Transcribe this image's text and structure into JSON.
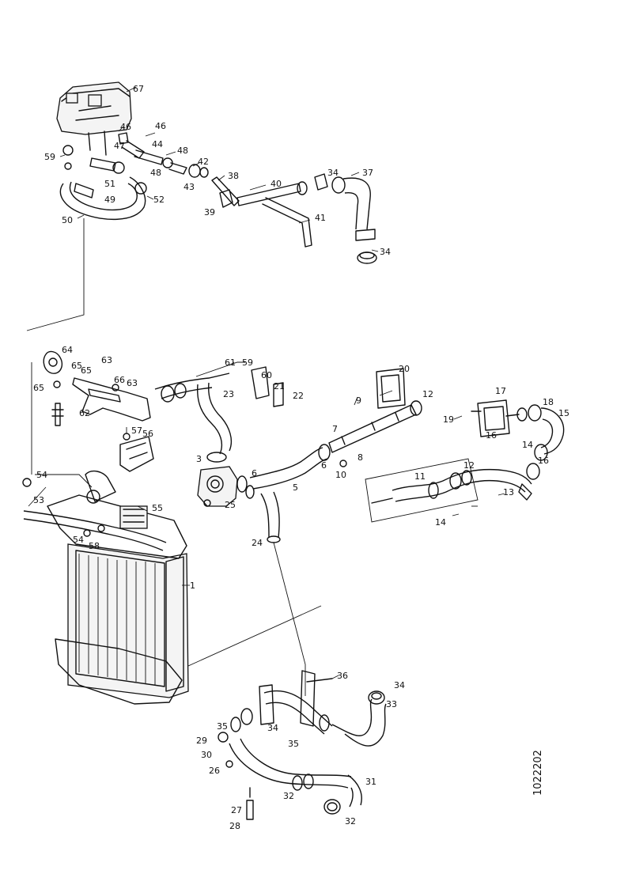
{
  "reference_code": "1022202",
  "callouts": [
    {
      "id": "c67",
      "text": "67"
    },
    {
      "id": "c46",
      "text": "46"
    },
    {
      "id": "c46b",
      "text": "46"
    },
    {
      "id": "c44",
      "text": "44"
    },
    {
      "id": "c47",
      "text": "47"
    },
    {
      "id": "c48a",
      "text": "48"
    },
    {
      "id": "c42",
      "text": "42"
    },
    {
      "id": "c48b",
      "text": "48"
    },
    {
      "id": "c43",
      "text": "43"
    },
    {
      "id": "c59",
      "text": "59"
    },
    {
      "id": "c51",
      "text": "51"
    },
    {
      "id": "c49",
      "text": "49"
    },
    {
      "id": "c52",
      "text": "52"
    },
    {
      "id": "c50",
      "text": "50"
    },
    {
      "id": "c38",
      "text": "38"
    },
    {
      "id": "c40",
      "text": "40"
    },
    {
      "id": "c39",
      "text": "39"
    },
    {
      "id": "c41",
      "text": "41"
    },
    {
      "id": "c34a",
      "text": "34"
    },
    {
      "id": "c37",
      "text": "37"
    },
    {
      "id": "c34b",
      "text": "34"
    },
    {
      "id": "c64",
      "text": "64"
    },
    {
      "id": "c65a",
      "text": "65"
    },
    {
      "id": "c63a",
      "text": "63"
    },
    {
      "id": "c65b",
      "text": "65"
    },
    {
      "id": "c66",
      "text": "66"
    },
    {
      "id": "c63b",
      "text": "63"
    },
    {
      "id": "c65c",
      "text": "65"
    },
    {
      "id": "c62",
      "text": "62"
    },
    {
      "id": "c57",
      "text": "57"
    },
    {
      "id": "c56",
      "text": "56"
    },
    {
      "id": "c54a",
      "text": "54"
    },
    {
      "id": "c53",
      "text": "53"
    },
    {
      "id": "c55",
      "text": "55"
    },
    {
      "id": "c54b",
      "text": "54"
    },
    {
      "id": "c58",
      "text": "58"
    },
    {
      "id": "c61",
      "text": "61"
    },
    {
      "id": "c59b",
      "text": "59"
    },
    {
      "id": "c60",
      "text": "60"
    },
    {
      "id": "c23",
      "text": "23"
    },
    {
      "id": "c21",
      "text": "21"
    },
    {
      "id": "c22",
      "text": "22"
    },
    {
      "id": "c20",
      "text": "20"
    },
    {
      "id": "c9",
      "text": "9"
    },
    {
      "id": "c12a",
      "text": "12"
    },
    {
      "id": "c7",
      "text": "7"
    },
    {
      "id": "c6a",
      "text": "6"
    },
    {
      "id": "c8",
      "text": "8"
    },
    {
      "id": "c10",
      "text": "10"
    },
    {
      "id": "c3",
      "text": "3"
    },
    {
      "id": "c6b",
      "text": "6"
    },
    {
      "id": "c25",
      "text": "25"
    },
    {
      "id": "c5",
      "text": "5"
    },
    {
      "id": "c24",
      "text": "24"
    },
    {
      "id": "c1",
      "text": "1"
    },
    {
      "id": "c17",
      "text": "17"
    },
    {
      "id": "c19",
      "text": "19"
    },
    {
      "id": "c18",
      "text": "18"
    },
    {
      "id": "c15",
      "text": "15"
    },
    {
      "id": "c16a",
      "text": "16"
    },
    {
      "id": "c14a",
      "text": "14"
    },
    {
      "id": "c16b",
      "text": "16"
    },
    {
      "id": "c11",
      "text": "11"
    },
    {
      "id": "c12b",
      "text": "12"
    },
    {
      "id": "c13",
      "text": "13"
    },
    {
      "id": "c14b",
      "text": "14"
    },
    {
      "id": "c36",
      "text": "36"
    },
    {
      "id": "c34c",
      "text": "34"
    },
    {
      "id": "c33",
      "text": "33"
    },
    {
      "id": "c35a",
      "text": "35"
    },
    {
      "id": "c34d",
      "text": "34"
    },
    {
      "id": "c29",
      "text": "29"
    },
    {
      "id": "c30",
      "text": "30"
    },
    {
      "id": "c35b",
      "text": "35"
    },
    {
      "id": "c26",
      "text": "26"
    },
    {
      "id": "c31",
      "text": "31"
    },
    {
      "id": "c32a",
      "text": "32"
    },
    {
      "id": "c27",
      "text": "27"
    },
    {
      "id": "c28",
      "text": "28"
    },
    {
      "id": "c32b",
      "text": "32"
    }
  ]
}
